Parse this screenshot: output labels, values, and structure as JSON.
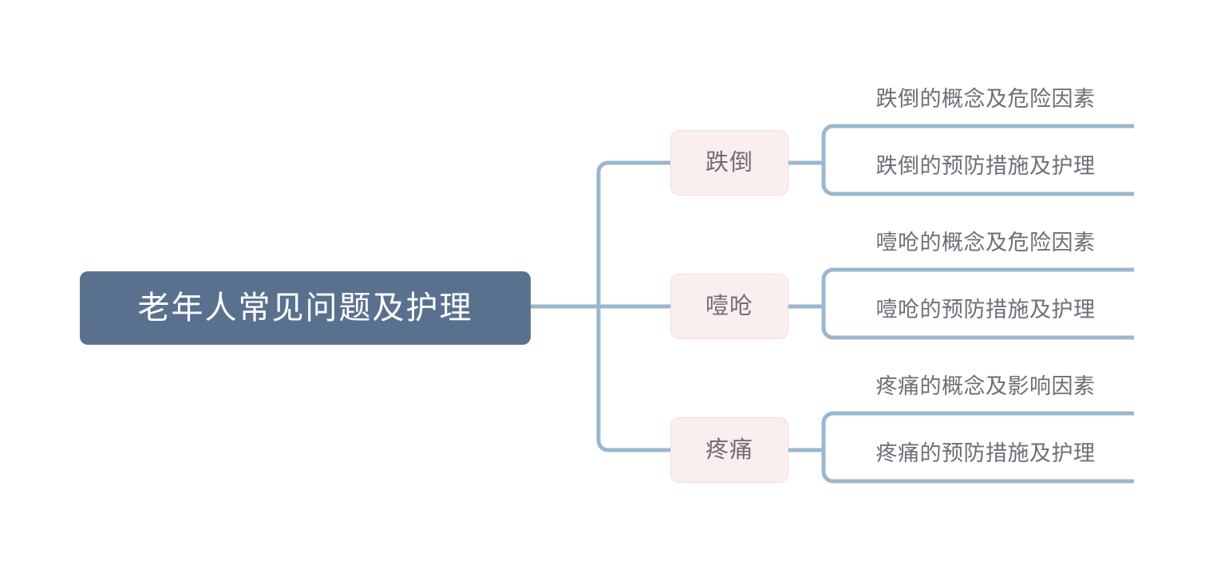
{
  "diagram": {
    "type": "mindmap",
    "title": "老年人常见问题及护理",
    "colors": {
      "root_fill": "#59718f",
      "root_text": "#ffffff",
      "branch_fill": "#fbeeee",
      "branch_border": "#f3dcdc",
      "branch_text": "#6e6e78",
      "leaf_text": "#6e6e78",
      "connector": "#9bb6ce",
      "background": "#ffffff"
    }
  },
  "root": {
    "label": "老年人常见问题及护理"
  },
  "branches": [
    {
      "label": "跌倒",
      "leaves": [
        {
          "label": "跌倒的概念及危险因素"
        },
        {
          "label": "跌倒的预防措施及护理"
        }
      ]
    },
    {
      "label": "噎呛",
      "leaves": [
        {
          "label": "噎呛的概念及危险因素"
        },
        {
          "label": "噎呛的预防措施及护理"
        }
      ]
    },
    {
      "label": "疼痛",
      "leaves": [
        {
          "label": "疼痛的概念及影响因素"
        },
        {
          "label": "疼痛的预防措施及护理"
        }
      ]
    }
  ]
}
